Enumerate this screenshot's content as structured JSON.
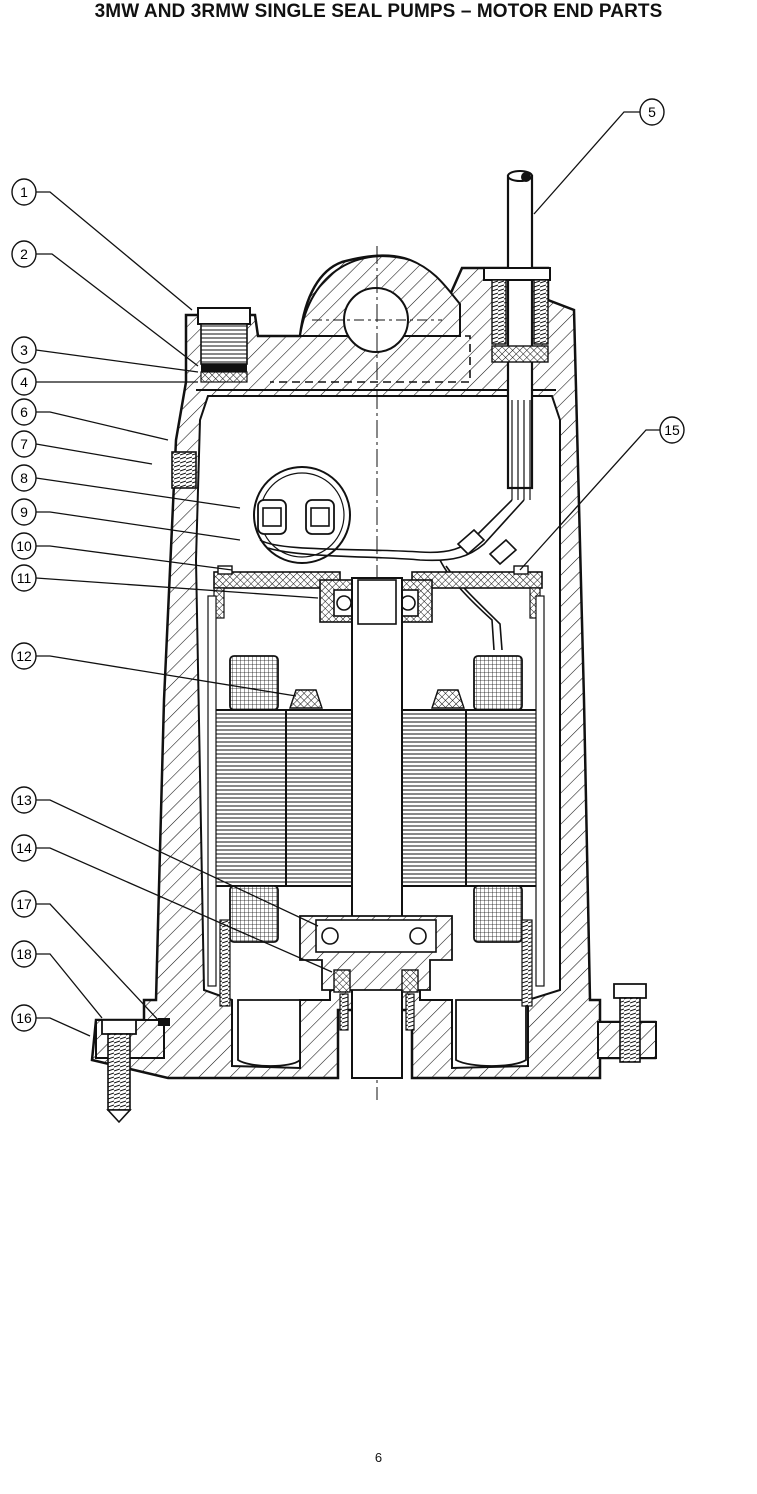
{
  "page": {
    "title": "3MW AND 3RMW SINGLE SEAL PUMPS – MOTOR END PARTS",
    "page_number": "6"
  },
  "diagram": {
    "subject": "pump-motor-end-cross-section",
    "callouts": [
      {
        "id": "callout-1",
        "label": "1"
      },
      {
        "id": "callout-2",
        "label": "2"
      },
      {
        "id": "callout-3",
        "label": "3"
      },
      {
        "id": "callout-4",
        "label": "4"
      },
      {
        "id": "callout-5",
        "label": "5"
      },
      {
        "id": "callout-6",
        "label": "6"
      },
      {
        "id": "callout-7",
        "label": "7"
      },
      {
        "id": "callout-8",
        "label": "8"
      },
      {
        "id": "callout-9",
        "label": "9"
      },
      {
        "id": "callout-10",
        "label": "10"
      },
      {
        "id": "callout-11",
        "label": "11"
      },
      {
        "id": "callout-12",
        "label": "12"
      },
      {
        "id": "callout-13",
        "label": "13"
      },
      {
        "id": "callout-14",
        "label": "14"
      },
      {
        "id": "callout-15",
        "label": "15"
      },
      {
        "id": "callout-16",
        "label": "16"
      },
      {
        "id": "callout-17",
        "label": "17"
      },
      {
        "id": "callout-18",
        "label": "18"
      }
    ]
  }
}
